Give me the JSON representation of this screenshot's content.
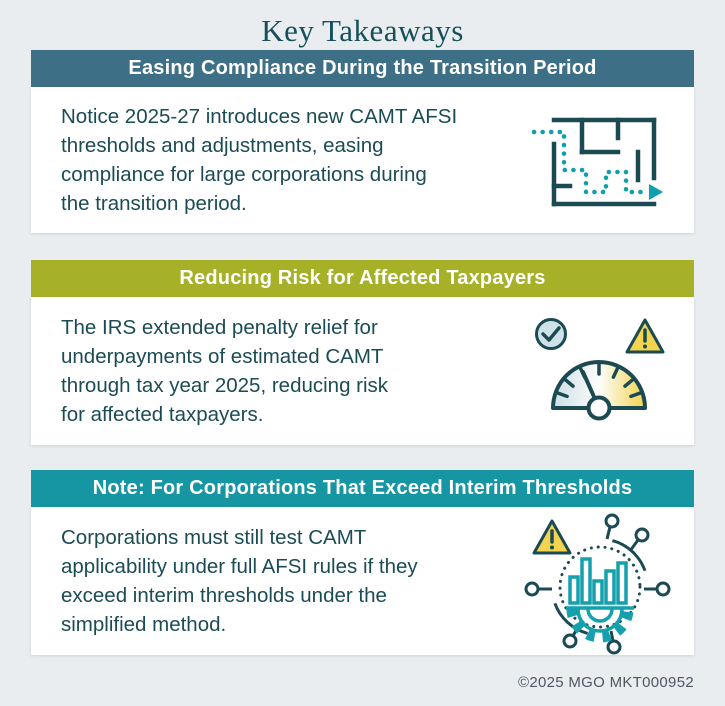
{
  "page": {
    "title": "Key Takeaways",
    "footer": "©2025 MGO MKT000952"
  },
  "colors": {
    "page_background": "#e9edf0",
    "card_background": "#ffffff",
    "title_text": "#16505a",
    "body_text": "#1b4c55",
    "header_text": "#ffffff",
    "dark_teal_icon_stroke": "#1b4a52",
    "accent_teal": "#0d9fae",
    "warning_yellow": "#f2d44e",
    "footer_text": "#4d5761"
  },
  "sections": [
    {
      "header": "Easing Compliance During the Transition Period",
      "header_color": "#3d7086",
      "body": "Notice 2025-27 introduces new CAMT AFSI\nthresholds and adjustments, easing\ncompliance for large corporations during\nthe transition period.",
      "icon": "maze-path-icon"
    },
    {
      "header": "Reducing Risk for Affected Taxpayers",
      "header_color": "#a6b127",
      "body": "The IRS extended penalty relief for\nunderpayments of estimated CAMT\nthrough tax year 2025, reducing risk\nfor affected taxpayers.",
      "icon": "gauge-check-warning-icon"
    },
    {
      "header": "Note: For Corporations That Exceed Interim Thresholds",
      "header_color": "#1596a2",
      "body": "Corporations must still test CAMT\napplicability under full AFSI rules if they\nexceed interim thresholds under the\nsimplified method.",
      "icon": "network-gear-chart-icon"
    }
  ]
}
